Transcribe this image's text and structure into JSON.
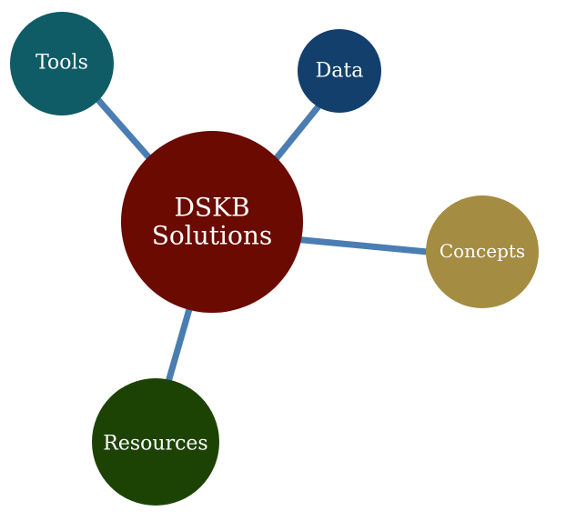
{
  "diagram": {
    "edge_color": "#4a7db1",
    "center": {
      "label_line1": "DSKB",
      "label_line2": "Solutions",
      "color": "#6a0a00"
    },
    "nodes": {
      "tools": {
        "label": "Tools",
        "color": "#0f5b66"
      },
      "data": {
        "label": "Data",
        "color": "#123f6b"
      },
      "concepts": {
        "label": "Concepts",
        "color": "#a58c43"
      },
      "resources": {
        "label": "Resources",
        "color": "#1d4304"
      }
    }
  }
}
